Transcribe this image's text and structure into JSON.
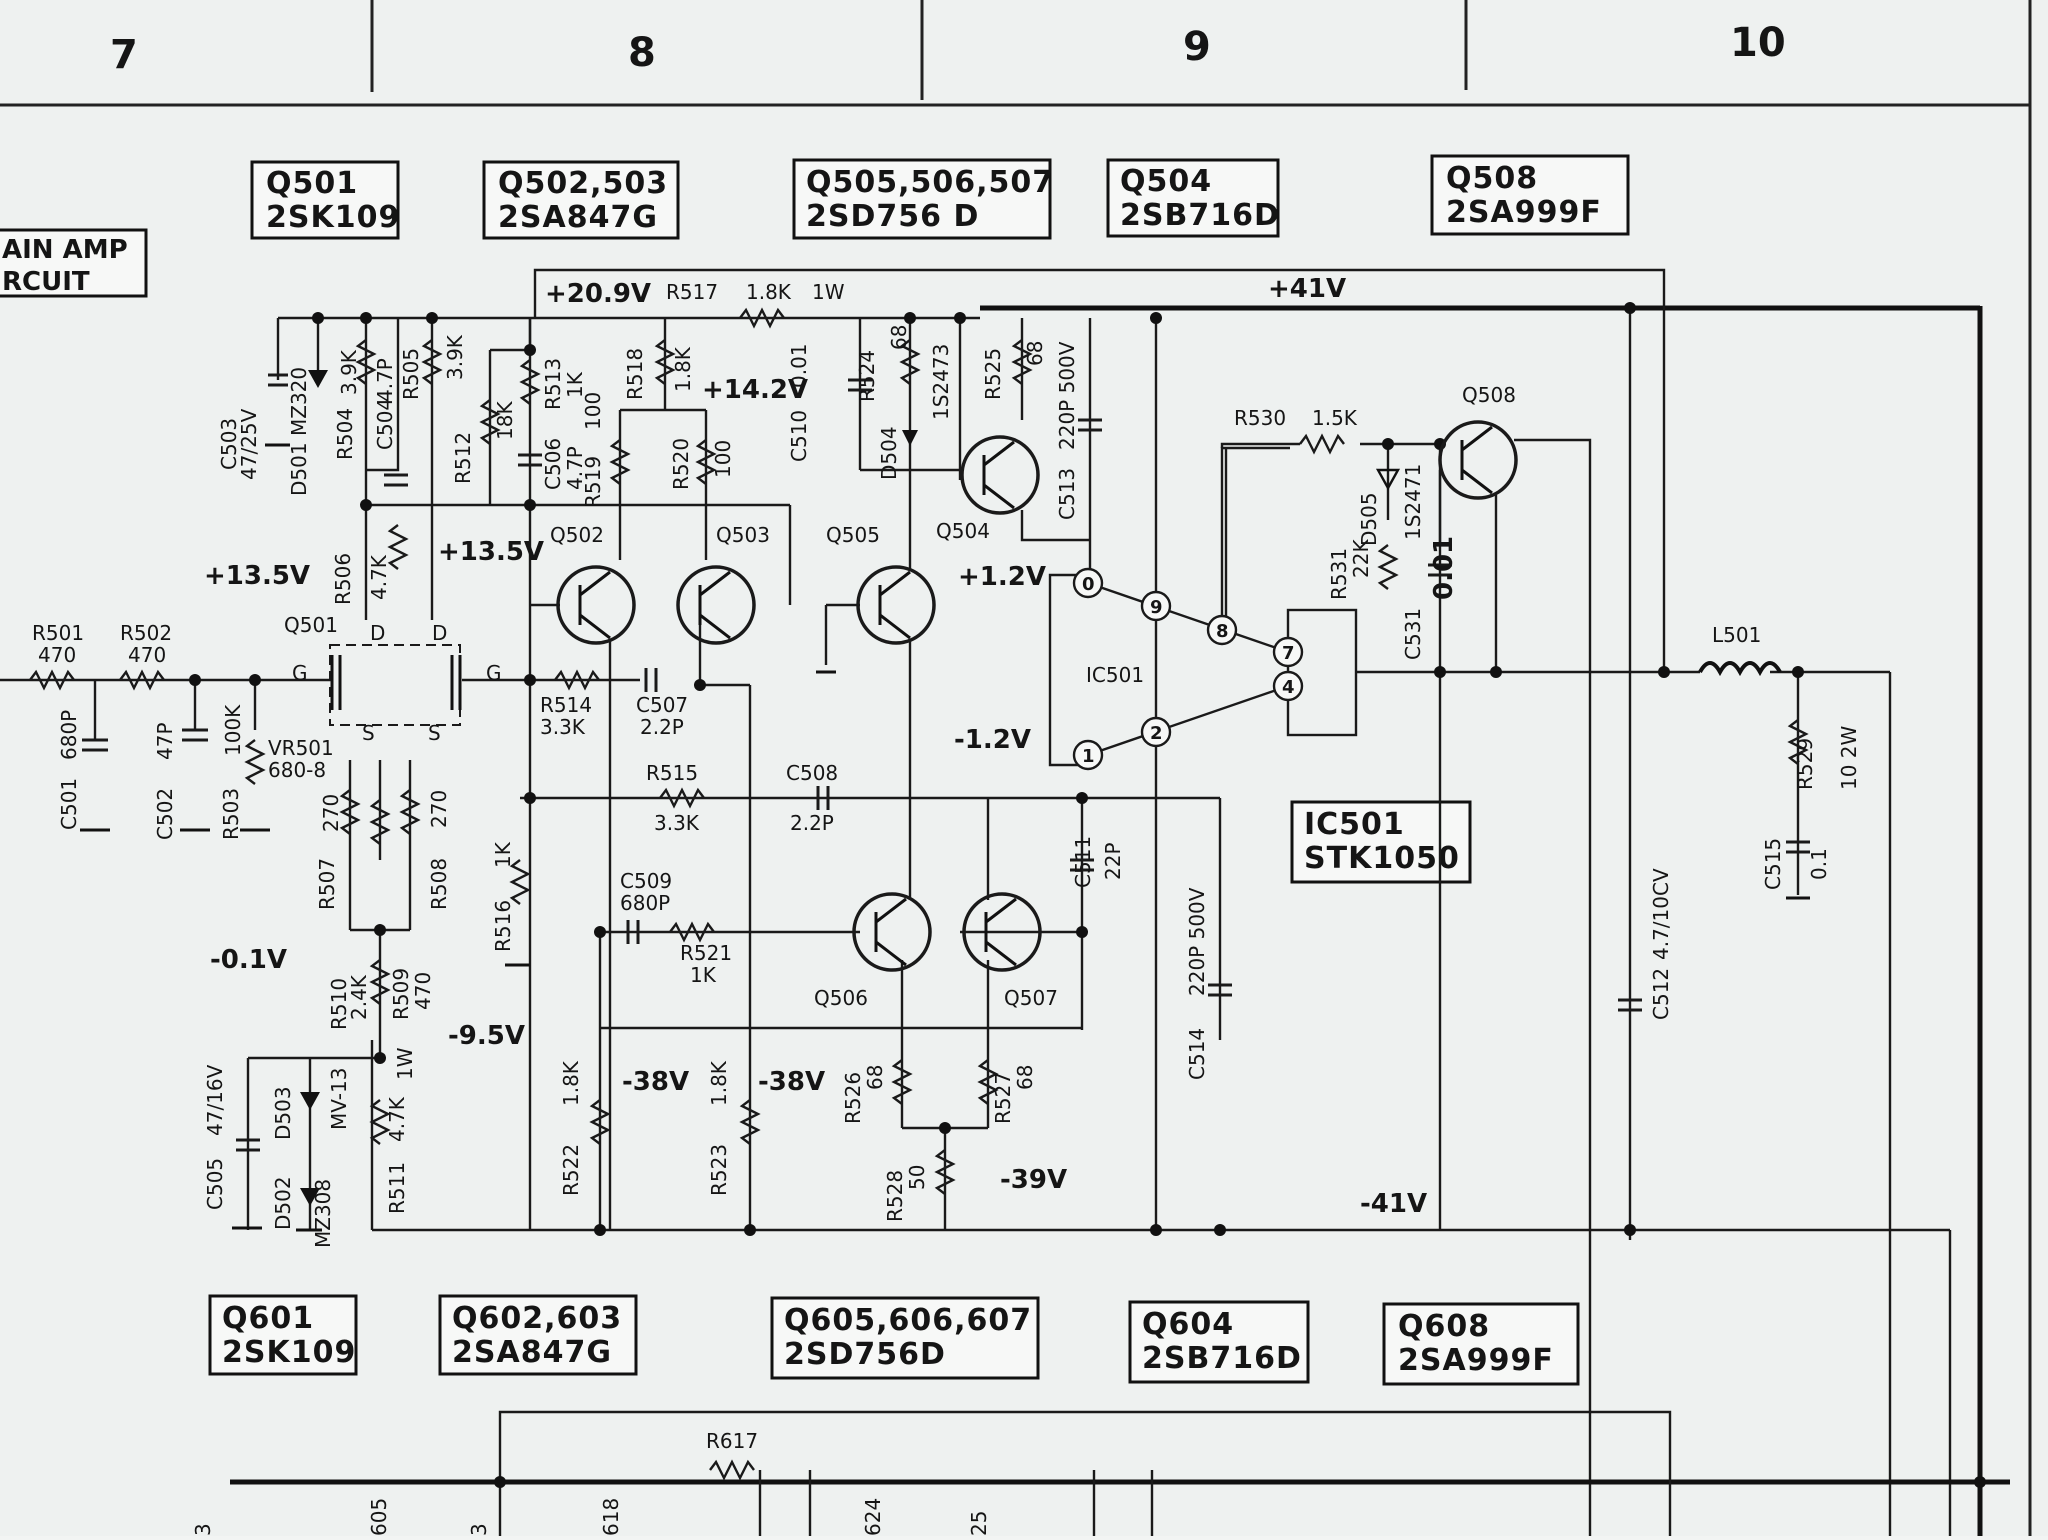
{
  "columns": [
    "7",
    "8",
    "9",
    "10"
  ],
  "section_title": [
    "AIN AMP",
    "RCUIT"
  ],
  "transistor_boxes_top": [
    {
      "ref": "Q501",
      "part": "2SK109"
    },
    {
      "ref": "Q502,503",
      "part": "2SA847G"
    },
    {
      "ref": "Q505,506,507",
      "part": "2SD756 D"
    },
    {
      "ref": "Q504",
      "part": "2SB716D"
    },
    {
      "ref": "Q508",
      "part": "2SA999F"
    }
  ],
  "transistor_boxes_bottom": [
    {
      "ref": "Q601",
      "part": "2SK109"
    },
    {
      "ref": "Q602,603",
      "part": "2SA847G"
    },
    {
      "ref": "Q605,606,607",
      "part": "2SD756D"
    },
    {
      "ref": "Q604",
      "part": "2SB716D"
    },
    {
      "ref": "Q608",
      "part": "2SA999F"
    }
  ],
  "ic_box": {
    "ref": "IC501",
    "part": "STK1050"
  },
  "voltages": {
    "v_plus_20_9": "+20.9V",
    "v_plus_41": "+41V",
    "v_plus_14_2": "+14.2V",
    "v_plus_13_5_a": "+13.5V",
    "v_plus_13_5_b": "+13.5V",
    "v_plus_1_2": "+1.2V",
    "v_minus_1_2": "-1.2V",
    "v_minus_0_1": "-0.1V",
    "v_minus_9_5": "-9.5V",
    "v_minus_38_a": "-38V",
    "v_minus_38_b": "-38V",
    "v_minus_39": "-39V",
    "v_minus_41": "-41V"
  },
  "transistor_labels": {
    "q501": "Q501",
    "q502": "Q502",
    "q503": "Q503",
    "q504": "Q504",
    "q505": "Q505",
    "q506": "Q506",
    "q507": "Q507",
    "q508": "Q508",
    "ic501": "IC501"
  },
  "fet_pins": {
    "g": "G",
    "d": "D",
    "s": "S"
  },
  "ic_pins": [
    "0",
    "9",
    "8",
    "7",
    "4",
    "2",
    "1"
  ],
  "components": {
    "r501": "R501",
    "r501_v": "470",
    "r502": "R502",
    "r502_v": "470",
    "c501": "C501",
    "c501_v": "680P",
    "c502": "C502",
    "c502_v": "47P",
    "r503": "R503",
    "r503_v": "100K",
    "vr501": "VR501",
    "vr501_v": "680-8",
    "c503": "C503",
    "c503_v": "47/25V",
    "mz320": "MZ320",
    "d501": "D501",
    "r504": "R504",
    "r504_v": "3.9K",
    "c504": "C504",
    "c504_v": "4.7P",
    "r505": "R505",
    "r505_v": "3.9K",
    "r506": "R506",
    "r506_v": "4.7K",
    "r512": "R512",
    "r512_v": "18K",
    "r513": "R513",
    "r513_v": "1K",
    "c506": "C506",
    "c506_v": "4.7P",
    "r517": "R517",
    "r517_v": "1.8K",
    "r517_w": "1W",
    "r518": "R518",
    "r518_v": "1.8K",
    "r519": "R519",
    "r519_v": "100",
    "r520": "R520",
    "r520_v": "100",
    "c510": "C510",
    "c510_v": "0.01",
    "r524": "R524",
    "r524_v": "68",
    "d504": "D504",
    "d504_v": "1S2473",
    "r525": "R525",
    "r525_v": "68",
    "c513": "C513",
    "c513_v": "220P 500V",
    "r530": "R530",
    "r530_v": "1.5K",
    "d505": "D505",
    "d505_v": "1S2471",
    "r531": "R531",
    "r531_v": "22K",
    "c531": "C531",
    "c531_v": "0.01",
    "l501": "L501",
    "r529": "R529",
    "r529_v": "10 2W",
    "c515": "C515",
    "c515_v": "0.1",
    "r514": "R514",
    "r514_v": "3.3K",
    "c507": "C507",
    "c507_v": "2.2P",
    "r515": "R515",
    "r515_v": "3.3K",
    "c508": "C508",
    "c508_v": "2.2P",
    "c511": "C511",
    "c511_v": "22P",
    "r516": "R516",
    "r516_v": "1K",
    "r507": "R507",
    "r507_v": "270",
    "r508": "R508",
    "r508_v": "270",
    "r509": "R509",
    "r509_v": "470",
    "r510": "R510",
    "r510_v": "2.4K",
    "c509": "C509",
    "c509_v": "680P",
    "r521": "R521",
    "r521_v": "1K",
    "c514": "C514",
    "c514_v": "220P 500V",
    "c512": "C512",
    "c512_v": "4.7/10CV",
    "c505": "C505",
    "c505_v": "47/16V",
    "d503": "D503",
    "d503_v": "MV-13",
    "d502": "D502",
    "d502_v": "MZ308",
    "r511": "R511",
    "r511_v": "4.7K",
    "r511_w": "1W",
    "r522": "R522",
    "r522_v": "1.8K",
    "r523": "R523",
    "r523_v": "1.8K",
    "r526": "R526",
    "r526_v": "68",
    "r527": "R527",
    "r527_v": "68",
    "r528": "R528",
    "r528_v": "50",
    "r617": "R617",
    "bottom_partial": [
      "3",
      "605",
      "3",
      "618",
      "624",
      "25"
    ]
  }
}
